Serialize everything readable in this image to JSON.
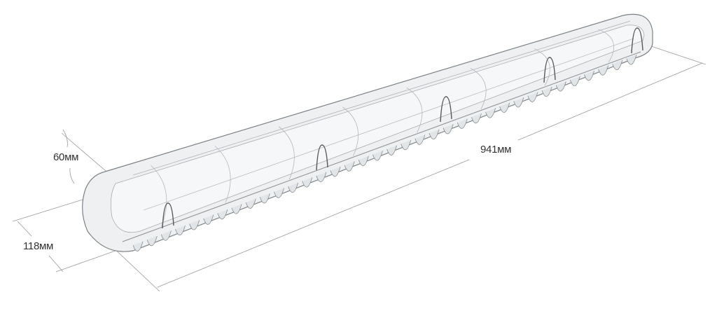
{
  "dimensions": {
    "length": "941мм",
    "width": "118мм",
    "height": "60мм"
  },
  "colors": {
    "line": "#8a8a8a",
    "body": "#eceef0",
    "edge": "#7d8185",
    "text": "#333333"
  }
}
